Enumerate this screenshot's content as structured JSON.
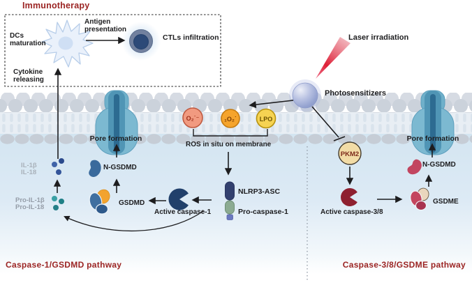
{
  "palette": {
    "accent_red": "#9b2423",
    "membrane_gray": "#cbd2da",
    "cell_interior_blue": "#d3e5f1",
    "pore_teal": "#7cb9d1",
    "gsdmd_blue": "#3a6a9c",
    "gsdme_crimson": "#c4455e",
    "caspase1_navy": "#21406b",
    "caspase38_red": "#8e2030",
    "gsdmd_orange": "#f2a32f"
  },
  "immunotherapy": {
    "title": "Immunotherapy",
    "dcs_line1": "DCs",
    "dcs_line2": "maturation",
    "antigen_line1": "Antigen",
    "antigen_line2": "presentation",
    "ctls_label": "CTLs infiltration",
    "cytokine_line1": "Cytokine",
    "cytokine_line2": "releasing"
  },
  "photodynamic": {
    "laser_label": "Laser irradiation",
    "photosensitizers_label": "Photosensitizers"
  },
  "ros": {
    "caption": "ROS in situ on membrane",
    "species": [
      {
        "label": "O₂˙⁻",
        "fill": "#f19a80",
        "border": "#c05a40",
        "text_color": "#9c2c17"
      },
      {
        "label": "₁O₂˙",
        "fill": "#f5a42c",
        "border": "#c57b10",
        "text_color": "#7a3c04"
      },
      {
        "label": "LPO",
        "fill": "#f6d352",
        "border": "#b7920f",
        "text_color": "#6b5200"
      }
    ]
  },
  "membrane": {
    "pore_left_label": "Pore formation",
    "pore_right_label": "Pore formation"
  },
  "caspase1_pathway": {
    "name": "Caspase-1/GSDMD pathway",
    "il_line1": "IL-1β",
    "il_line2": "IL-18",
    "pro_il_line1": "Pro-IL-1β",
    "pro_il_line2": "Pro-IL-18",
    "n_gsdmd_label": "N-GSDMD",
    "gsdmd_label": "GSDMD",
    "active_caspase1_label": "Active caspase-1",
    "nlrp3_label": "NLRP3-ASC",
    "pro_caspase1_label": "Pro-caspase-1"
  },
  "caspase38_pathway": {
    "name": "Caspase-3/8/GSDME pathway",
    "pkm2_label": "PKM2",
    "active_caspase38_label": "Active caspase-3/8",
    "gsdme_label": "GSDME",
    "n_gsdmd_label": "N-GSDMD"
  }
}
